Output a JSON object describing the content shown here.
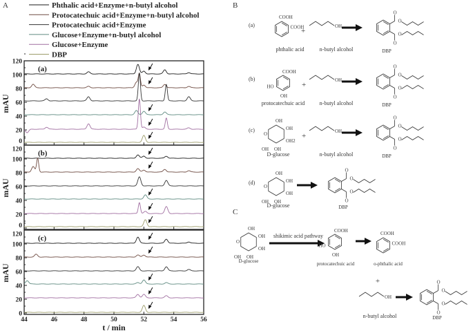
{
  "panel_labels": {
    "A": "A",
    "B": "B",
    "C": "C"
  },
  "chart_data": {
    "type": "line",
    "title": "",
    "xlabel": "t / min",
    "ylabel": "mAU",
    "xlim": [
      44,
      56
    ],
    "ylim": [
      0,
      120
    ],
    "x_ticks": [
      "44",
      "46",
      "48",
      "50",
      "52",
      "54",
      "56"
    ],
    "y_ticks": [
      "0",
      "20",
      "40",
      "60",
      "80",
      "100",
      "120"
    ],
    "legend_position": "top",
    "series": [
      {
        "name": "Phthalic acid+Enzyme+n-butyl alcohol",
        "color": "#1a1a1a"
      },
      {
        "name": "Protocatechuic acid+Enzyme+n-butyl alcohol",
        "color": "#6e4a40"
      },
      {
        "name": "Protocatechuic acid+Enzyme",
        "color": "#333333"
      },
      {
        "name": "Glucose+Enzyme+n-butyl alcohol",
        "color": "#5f8a80"
      },
      {
        "name": "Glucose+Enzyme",
        "color": "#a06ea0"
      },
      {
        "name": "DBP",
        "color": "#9c9c6a"
      }
    ],
    "panels": [
      {
        "label": "(a)",
        "traces": [
          {
            "baseline": 101,
            "peaks": [
              [
                48.3,
                3
              ],
              [
                51.6,
                14
              ],
              [
                52.0,
                4
              ],
              [
                53.4,
                6
              ],
              [
                55.0,
                2
              ]
            ],
            "arrow": true
          },
          {
            "baseline": 81,
            "peaks": [
              [
                44.6,
                5
              ],
              [
                48.3,
                2
              ],
              [
                51.5,
                8
              ],
              [
                51.7,
                20
              ],
              [
                52.0,
                4
              ],
              [
                53.4,
                5
              ],
              [
                55.0,
                2
              ]
            ],
            "arrow": true
          },
          {
            "baseline": 62,
            "peaks": [
              [
                45.5,
                3
              ],
              [
                48.3,
                6
              ],
              [
                51.7,
                40
              ],
              [
                53.5,
                24
              ],
              [
                55.0,
                6
              ]
            ],
            "arrow": false
          },
          {
            "baseline": 42,
            "peaks": [
              [
                51.5,
                6
              ],
              [
                52.0,
                5
              ],
              [
                53.4,
                4
              ]
            ],
            "arrow": true
          },
          {
            "baseline": 21,
            "peaks": [
              [
                44.2,
                -5
              ],
              [
                45.5,
                3
              ],
              [
                48.3,
                8
              ],
              [
                51.7,
                44
              ],
              [
                52.0,
                3
              ],
              [
                53.5,
                16
              ],
              [
                55.0,
                2
              ]
            ],
            "arrow": true
          },
          {
            "baseline": 2,
            "peaks": [
              [
                52.0,
                10
              ]
            ],
            "arrow": true
          }
        ]
      },
      {
        "label": "(b)",
        "traces": [
          {
            "baseline": 101,
            "peaks": [
              [
                51.6,
                5
              ],
              [
                52.0,
                3
              ],
              [
                53.5,
                3
              ]
            ],
            "arrow": true
          },
          {
            "baseline": 81,
            "peaks": [
              [
                44.6,
                8
              ],
              [
                44.9,
                20
              ],
              [
                51.6,
                5
              ],
              [
                52.0,
                3
              ],
              [
                53.4,
                4
              ],
              [
                55.0,
                2
              ]
            ],
            "arrow": true
          },
          {
            "baseline": 61,
            "peaks": [
              [
                51.7,
                13
              ],
              [
                53.5,
                8
              ]
            ],
            "arrow": false
          },
          {
            "baseline": 42,
            "peaks": [
              [
                52.1,
                6
              ]
            ],
            "arrow": true
          },
          {
            "baseline": 21,
            "peaks": [
              [
                51.7,
                16
              ],
              [
                52.1,
                3
              ],
              [
                53.5,
                10
              ]
            ],
            "arrow": true
          },
          {
            "baseline": 2,
            "peaks": [
              [
                52.1,
                10
              ]
            ],
            "arrow": true
          }
        ]
      },
      {
        "label": "(c)",
        "traces": [
          {
            "baseline": 101,
            "peaks": [
              [
                51.6,
                9
              ],
              [
                53.5,
                6
              ],
              [
                55.0,
                2
              ]
            ],
            "arrow": true
          },
          {
            "baseline": 81,
            "peaks": [
              [
                44.8,
                4
              ],
              [
                51.6,
                3
              ],
              [
                52.0,
                3
              ]
            ],
            "arrow": true
          },
          {
            "baseline": 61,
            "peaks": [
              [
                51.6,
                6
              ],
              [
                53.5,
                6
              ],
              [
                55.0,
                2
              ]
            ],
            "arrow": false
          },
          {
            "baseline": 42,
            "peaks": [
              [
                44.2,
                5
              ],
              [
                51.6,
                2
              ],
              [
                52.0,
                6
              ],
              [
                53.5,
                2
              ]
            ],
            "arrow": true
          },
          {
            "baseline": 22,
            "peaks": [
              [
                51.6,
                5
              ],
              [
                52.0,
                5
              ],
              [
                53.5,
                3
              ]
            ],
            "arrow": true
          },
          {
            "baseline": 1,
            "peaks": [
              [
                52.0,
                10
              ]
            ],
            "arrow": true
          }
        ]
      }
    ]
  },
  "scheme_b": {
    "rows": [
      {
        "label": "(a)",
        "reactant": "phthalic acid",
        "alcohol": "n-butyl alcohol",
        "product": "DBP"
      },
      {
        "label": "(b)",
        "reactant": "protocatechuic acid",
        "alcohol": "n-butyl alcohol",
        "product": "DBP"
      },
      {
        "label": "(c)",
        "reactant": "D-glucose",
        "alcohol": "n-butyl alcohol",
        "product": "DBP"
      },
      {
        "label": "(d)",
        "reactant": "D-glucose",
        "product": "DBP"
      }
    ],
    "plus": "+",
    "atoms": {
      "cooh": "COOH",
      "oh": "OH",
      "ho": "HO",
      "o": "O",
      "oh2": "OH2"
    }
  },
  "scheme_c": {
    "pathway": "shikimic acid pathway",
    "glucose": "D-glucose",
    "protocatechuic": "protocatechuic acid",
    "phthalic": "o-phthalic acid",
    "alcohol": "n-butyl alcohol",
    "product": "DBP",
    "plus": "+"
  }
}
